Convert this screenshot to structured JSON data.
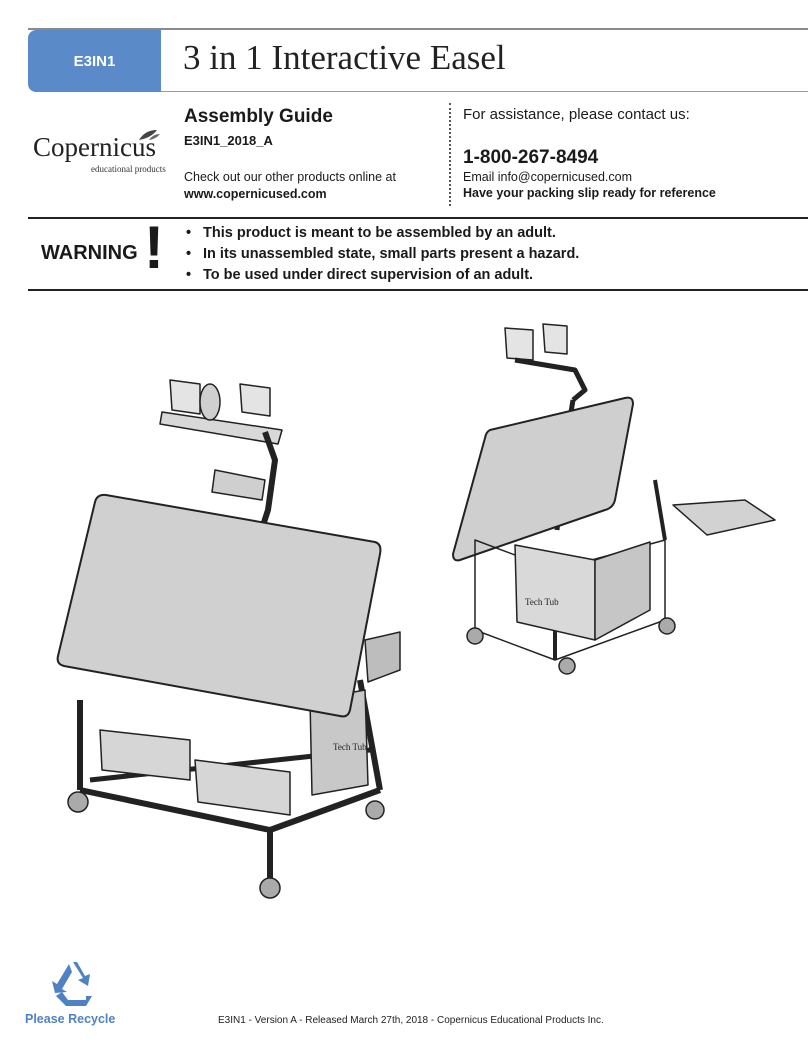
{
  "header": {
    "model_tab": "E3IN1",
    "title": "3 in 1 Interactive Easel"
  },
  "brand": {
    "logo_name": "Copernicus",
    "logo_tagline": "educational products",
    "accent_color": "#5a8bc8"
  },
  "guide": {
    "title": "Assembly Guide",
    "code": "E3IN1_2018_A",
    "online_text": "Check out our other products online at",
    "website": "www.copernicused.com"
  },
  "contact": {
    "assist_text": "For assistance, please contact us:",
    "phone": "1-800-267-8494",
    "email": "Email info@copernicused.com",
    "slip_note": "Have your packing slip ready for reference"
  },
  "warning": {
    "label": "WARNING",
    "symbol": "!",
    "items": [
      "This product is meant to be assembled by an adult.",
      "In its unassembled state, small parts present a hazard.",
      "To be used under direct supervision of an adult."
    ]
  },
  "illustrations": {
    "left_tub_label": "Tech Tub",
    "right_tub_label": "Tech Tub"
  },
  "footer": {
    "recycle_icon": "recycle-icon",
    "recycle_label": "Please Recycle",
    "recycle_color": "#4f82c4",
    "note": "E3IN1 - Version A - Released March 27th, 2018 - Copernicus Educational Products Inc."
  }
}
